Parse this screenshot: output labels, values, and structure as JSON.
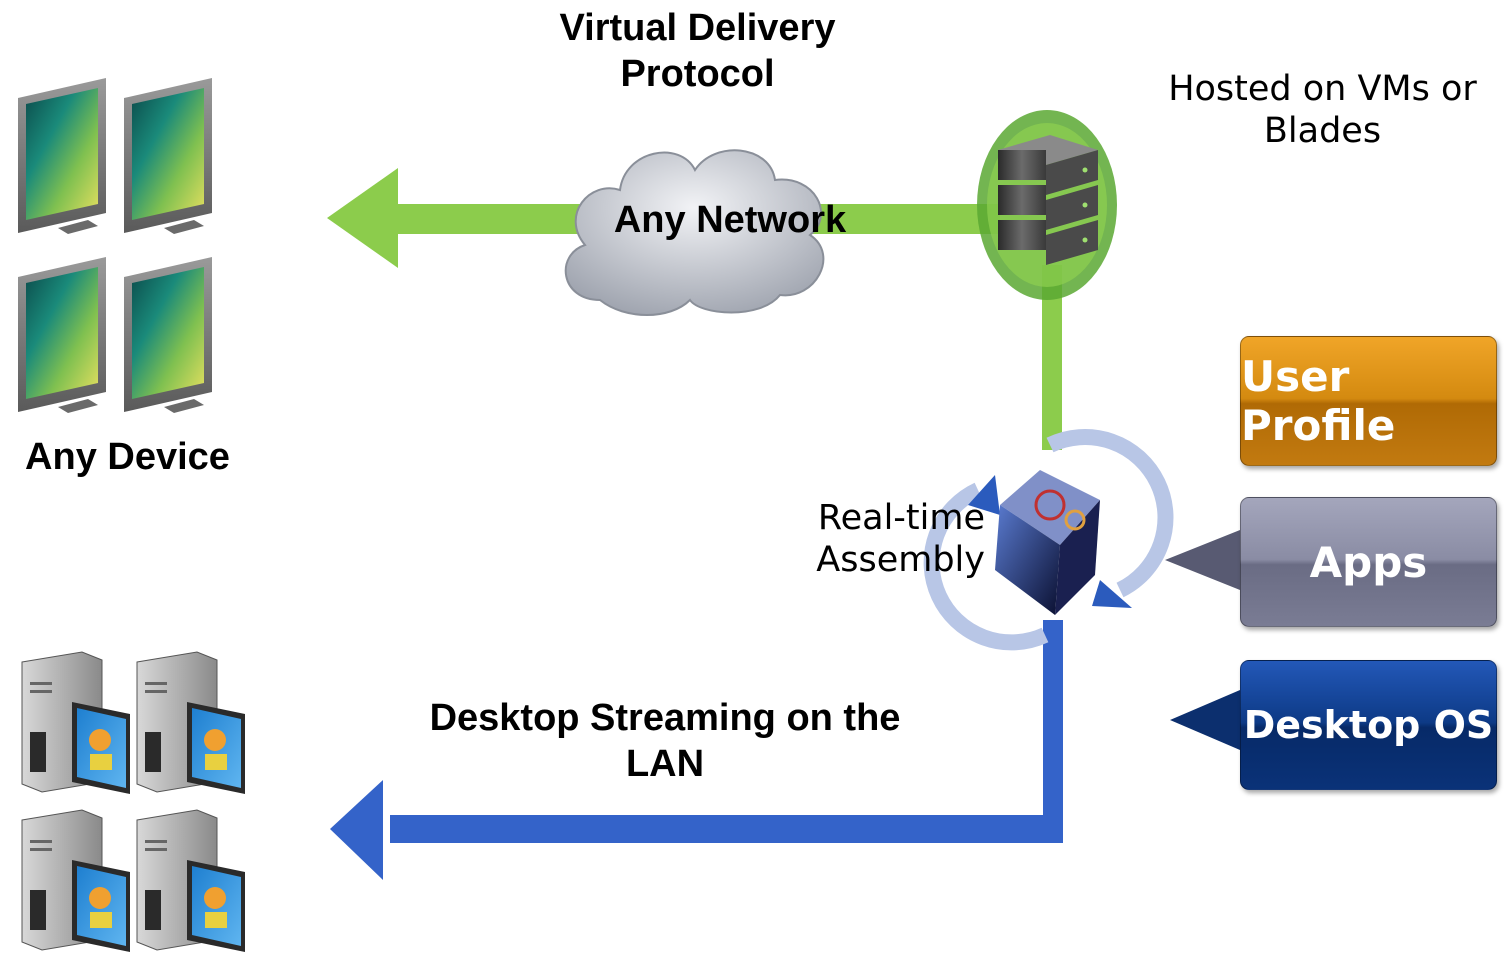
{
  "diagram": {
    "title": "Virtual Delivery Protocol",
    "network_label": "Any Network",
    "device_label": "Any Device",
    "hosted_label": "Hosted on VMs or Blades",
    "assembly_label": "Real-time Assembly",
    "lan_label": "Desktop Streaming on the LAN",
    "layers": [
      {
        "label": "User Profile",
        "color": "#d08a10"
      },
      {
        "label": "Apps",
        "color": "#7a7c94"
      },
      {
        "label": "Desktop OS",
        "color": "#0d3a86"
      }
    ],
    "colors": {
      "green_arrow": "#8ccc4c",
      "blue_arrow": "#3463c9",
      "apps_arrow": "#585a72",
      "os_arrow": "#0c2f6e"
    }
  }
}
